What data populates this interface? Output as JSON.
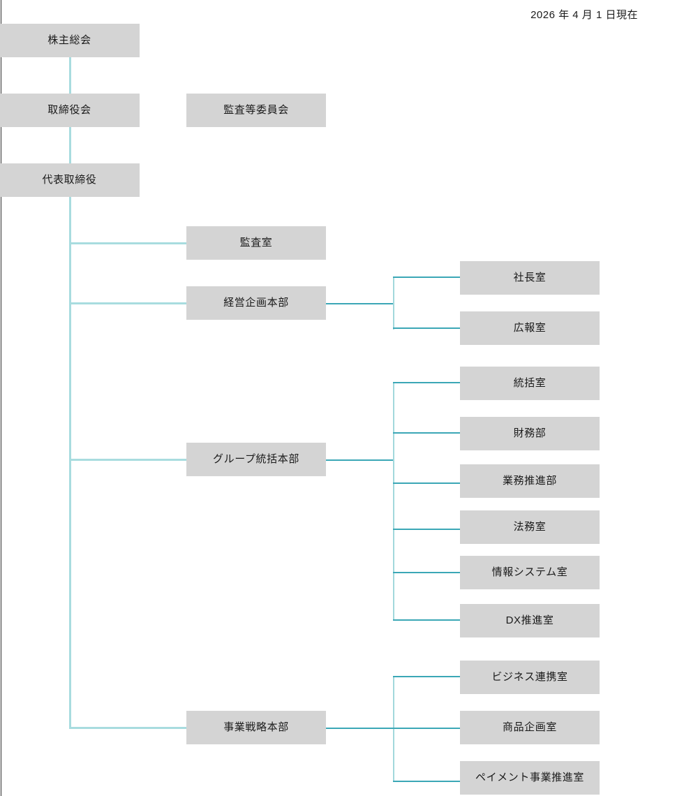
{
  "header": {
    "date_label": "2026 年 4 月 1 日現在"
  },
  "colors": {
    "node_fill": "#d4d4d4",
    "node_text": "#1a1a1a",
    "connector_trunk": "#a8dcdf",
    "connector_branch": "#3ba7b6",
    "page_rule": "#2b2b2b",
    "background": "#ffffff"
  },
  "org_chart": {
    "type": "org-tree",
    "title": "",
    "governance": [
      {
        "id": "shareholders",
        "label": "株主総会"
      },
      {
        "id": "board",
        "label": "取締役会"
      },
      {
        "id": "ceo",
        "label": "代表取締役"
      }
    ],
    "standalone": [
      {
        "id": "audit-committee",
        "label": "監査等委員会"
      }
    ],
    "divisions": [
      {
        "id": "audit-office",
        "label": "監査室",
        "children": []
      },
      {
        "id": "management-planning",
        "label": "経営企画本部",
        "children": [
          {
            "id": "president-office",
            "label": "社長室"
          },
          {
            "id": "pr-office",
            "label": "広報室"
          }
        ]
      },
      {
        "id": "group-control",
        "label": "グループ統括本部",
        "children": [
          {
            "id": "control-office",
            "label": "統括室"
          },
          {
            "id": "finance-dept",
            "label": "財務部"
          },
          {
            "id": "operations-dept",
            "label": "業務推進部"
          },
          {
            "id": "legal-office",
            "label": "法務室"
          },
          {
            "id": "it-systems-office",
            "label": "情報システム室"
          },
          {
            "id": "dx-office",
            "label": "DX推進室"
          }
        ]
      },
      {
        "id": "business-strategy",
        "label": "事業戦略本部",
        "children": [
          {
            "id": "business-alliance-office",
            "label": "ビジネス連携室"
          },
          {
            "id": "product-planning-office",
            "label": "商品企画室"
          },
          {
            "id": "payment-business-office",
            "label": "ペイメント事業推進室"
          }
        ]
      }
    ]
  }
}
